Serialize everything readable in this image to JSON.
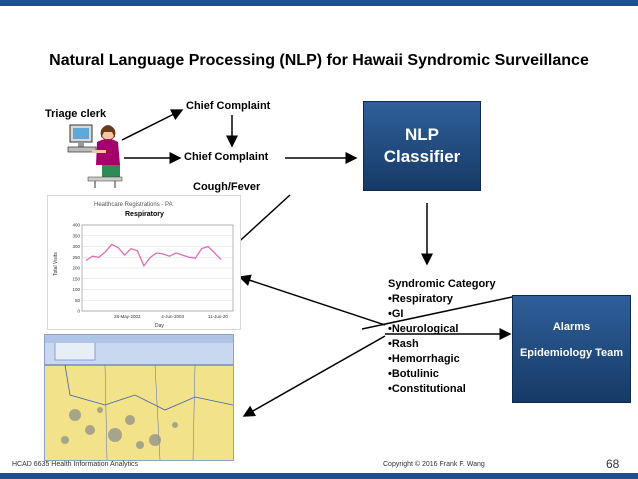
{
  "title": "Natural Language Processing (NLP) for Hawaii Syndromic Surveillance",
  "triage_clerk": "Triage clerk",
  "chief_complaint_top": "Chief Complaint",
  "chief_complaint_mid": "Chief Complaint",
  "cough_fever": "Cough/Fever",
  "nlp_box": {
    "line1": "NLP",
    "line2": "Classifier"
  },
  "syndromic": {
    "heading": "Syndromic  Category",
    "items": [
      "Respiratory",
      "GI",
      "Neurological",
      "Rash",
      "Hemorrhagic",
      "Botulinic",
      "Constitutional"
    ]
  },
  "alarms_box": {
    "line1": "Alarms",
    "line2": "Epidemiology Team"
  },
  "chart": {
    "header": "Healthcare Registrations - PA",
    "subtitle": "Respiratory",
    "ylabel": "Total Visits",
    "xlabel": "Day",
    "y_ticks": [
      "400",
      "350",
      "300",
      "250",
      "200",
      "150",
      "100",
      "50",
      "0"
    ],
    "x_ticks": [
      "28-May-2003",
      "4-Jun-2003",
      "11-Jun-20"
    ]
  },
  "chart_data": {
    "type": "line",
    "title": "Respiratory",
    "xlabel": "Day",
    "ylabel": "Total Visits",
    "ylim": [
      0,
      400
    ],
    "series": [
      {
        "values": [
          235,
          255,
          250,
          275,
          310,
          295,
          260,
          290,
          280,
          210,
          250,
          270,
          265,
          255,
          270,
          260,
          250,
          245,
          290,
          300,
          270,
          240
        ]
      }
    ]
  },
  "footer": {
    "left": "HCAD 6635 Health Information Analytics",
    "middle": "Copyright © 2016 Frank F. Wang",
    "page": "68"
  },
  "colors": {
    "bar": "#1f4e8c",
    "box": "#163a66",
    "line": "#e06fb0"
  }
}
